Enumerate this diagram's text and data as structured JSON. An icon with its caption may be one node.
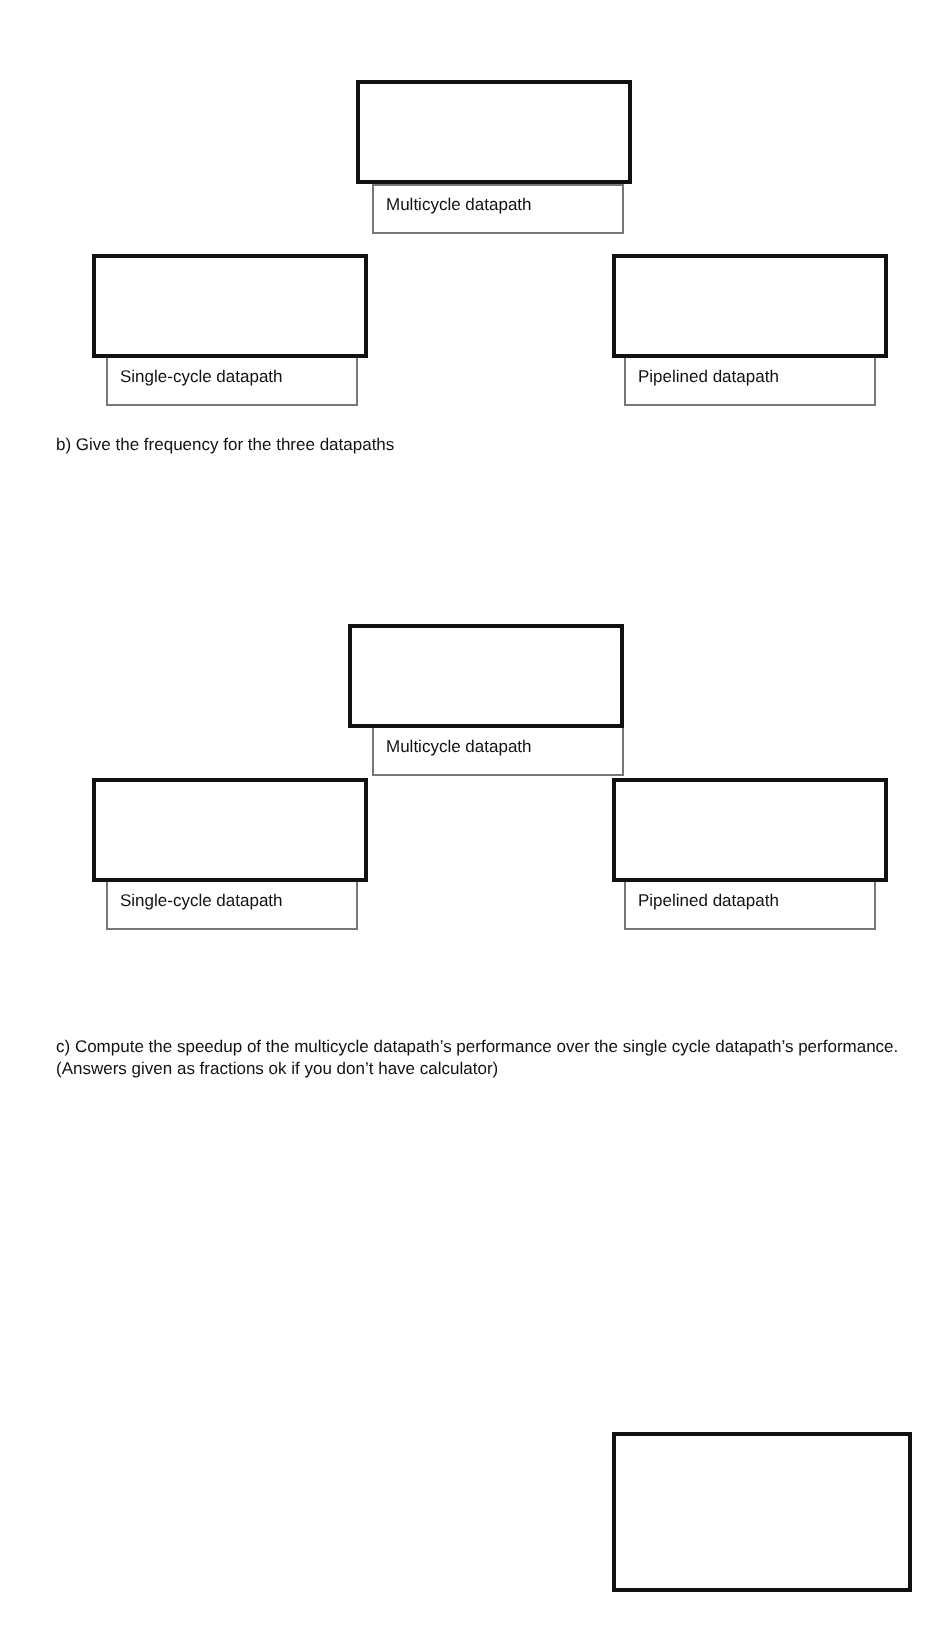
{
  "diagram": {
    "nodes": [
      {
        "text": [],
        "shape": "box"
      },
      {
        "text": [
          "Multicycle datapath"
        ]
      },
      {
        "text": [],
        "shape": "box"
      },
      {
        "text": [],
        "shape": "box"
      },
      {
        "text": [
          "Single-cycle datapath"
        ]
      },
      {
        "text": [
          "Pipelined datapath"
        ]
      },
      {
        "text": [],
        "shape": "box"
      },
      {
        "text": [
          "Multicycle datapath"
        ]
      },
      {
        "text": [],
        "shape": "box"
      },
      {
        "text": [],
        "shape": "box"
      },
      {
        "text": [
          "Single-cycle datapath"
        ]
      },
      {
        "text": [
          "Pipelined datapath"
        ]
      },
      {
        "text": [],
        "shape": "box"
      }
    ],
    "labels": [
      "b) Give the frequency for the three datapaths",
      "c) Compute the speedup of the multicycle datapath’s performance over the single cycle datapath’s performance. (Answers given as fractions ok if you don’t have calculator)"
    ]
  }
}
